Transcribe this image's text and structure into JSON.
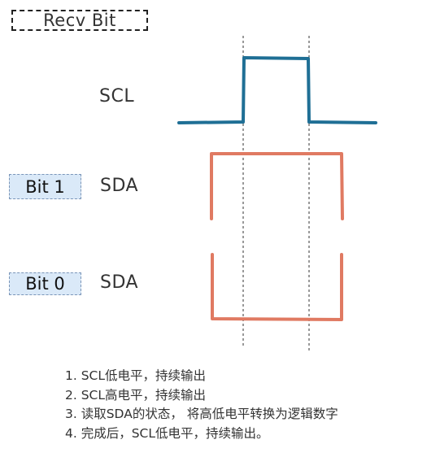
{
  "title": "Recv Bit",
  "signals": {
    "scl": "SCL",
    "sda_bit1": "SDA",
    "sda_bit0": "SDA"
  },
  "bits": {
    "one": "Bit 1",
    "zero": "Bit 0"
  },
  "colors": {
    "scl_wave": "#1f6f95",
    "sda_wave": "#e07a62",
    "bit_box_fill": "#dae9f8",
    "guide_line": "#333333"
  },
  "notes": [
    "1.  SCL低电平，持续输出",
    "2. SCL高电平，持续输出",
    "3. 读取SDA的状态，  将高低电平转换为逻辑数字",
    "4. 完成后，SCL低电平，持续输出。"
  ]
}
